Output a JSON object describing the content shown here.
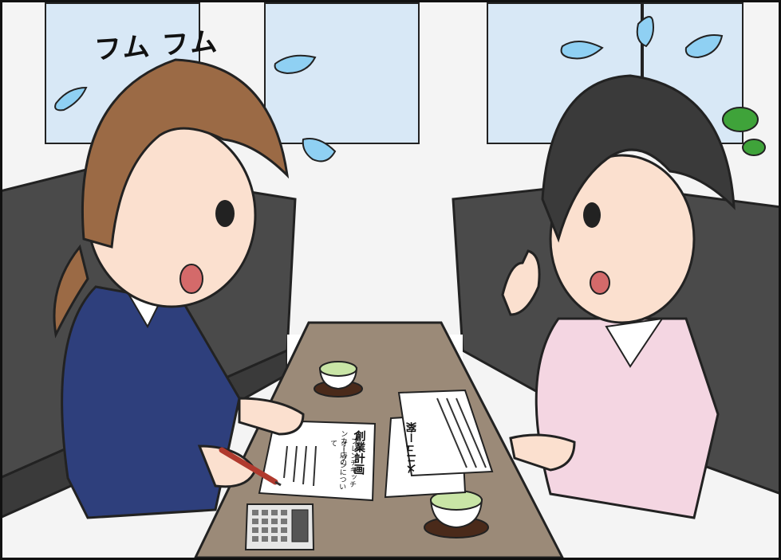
{
  "sound_effect": "フム フム",
  "document_left": {
    "title": "創業計画",
    "lines": [
      "・フレンチキッチンカー店の",
      "オープンについて"
    ]
  },
  "document_right": {
    "title": "メニュー案"
  },
  "colors": {
    "wall": "#f4f4f4",
    "window": "#d8e8f6",
    "sofa": "#4a4a4a",
    "table": "#9b8a78",
    "navy_suit": "#2e3f7c",
    "pink_suit": "#f4d6e2",
    "hair_brown": "#9b6a45",
    "hair_dark": "#3a3a3a",
    "skin": "#fbe0cf",
    "sweat": "#8fd0f3",
    "tea": "#c9e5a6"
  },
  "icons": [
    "sweat-drop-icon",
    "plant-icon",
    "calculator-icon",
    "pen-icon",
    "teacup-icon"
  ]
}
